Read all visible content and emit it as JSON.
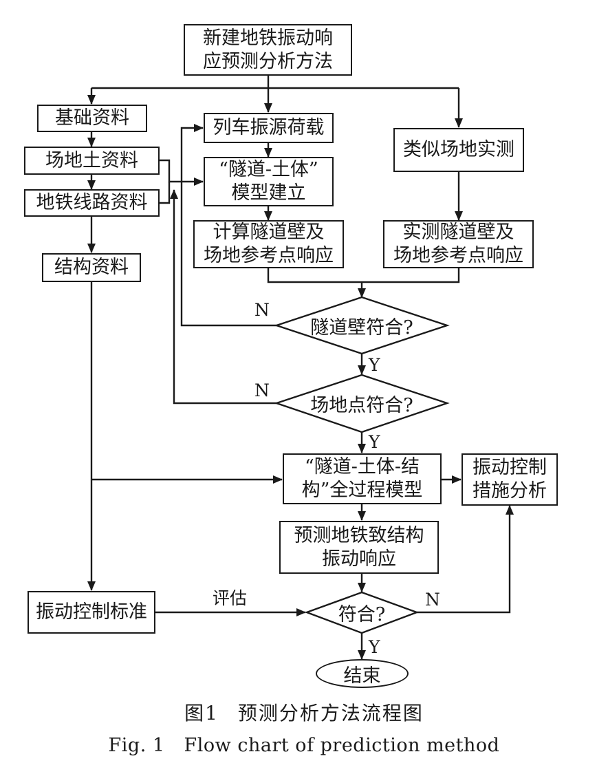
{
  "nodes": {
    "start": [
      "新建地铁振动响",
      "应预测分析方法"
    ],
    "basic": [
      "基础资料"
    ],
    "site_soil": [
      "场地土资料"
    ],
    "metro_line": [
      "地铁线路资料"
    ],
    "structure": [
      "结构资料"
    ],
    "train_load": [
      "列车振源荷载"
    ],
    "tunnel_model": [
      "“隧道-土体”",
      "模型建立"
    ],
    "calc_response": [
      "计算隧道壁及",
      "场地参考点响应"
    ],
    "similar_measure": [
      "类似场地实测"
    ],
    "measured_response": [
      "实测隧道壁及",
      "场地参考点响应"
    ],
    "full_model": [
      "“隧道-土体-结",
      "构”全过程模型"
    ],
    "predict": [
      "预测地铁致结构",
      "振动响应"
    ],
    "control_measures": [
      "振动控制",
      "措施分析"
    ],
    "control_standard": [
      "振动控制标准"
    ]
  },
  "decisions": {
    "tunnel_wall_ok": "隧道壁符合?",
    "site_point_ok": "场地点符合?",
    "final_ok": "符合?"
  },
  "terminal": {
    "end": "结束"
  },
  "edge_labels": {
    "n1": "N",
    "y1": "Y",
    "n2": "N",
    "y2": "Y",
    "n3": "N",
    "y3": "Y",
    "evaluate": "评估"
  },
  "caption": {
    "cn_num": "图1",
    "cn_text": "预测分析方法流程图",
    "en_num": "Fig. 1",
    "en_text": "Flow chart of prediction method"
  }
}
